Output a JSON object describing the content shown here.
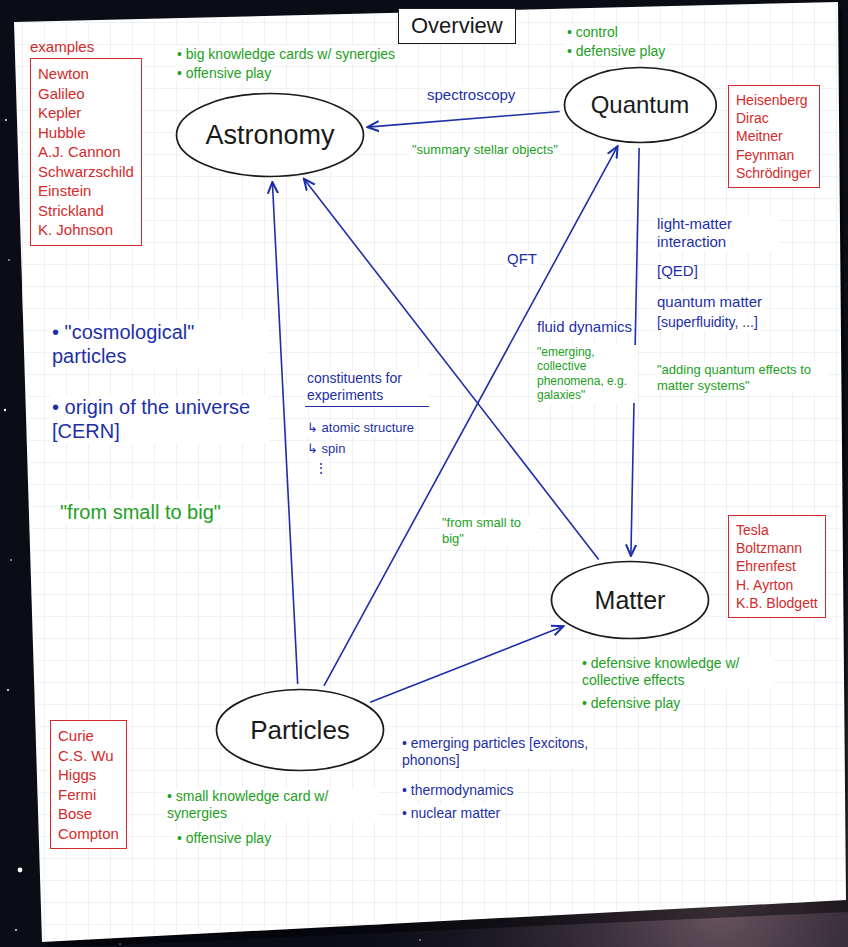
{
  "diagram": {
    "title": "Overview",
    "nodes": [
      {
        "text": [
          "examples",
          "Newton",
          "Galileo",
          "Kepler",
          "Hubble",
          "A.J. Cannon",
          "Schwarzschild",
          "Einstein",
          "Strickland",
          "K. Johnson"
        ]
      },
      {
        "text": [
          "Astronomy"
        ]
      },
      {
        "text": [
          "Quantum"
        ]
      },
      {
        "text": [
          "Heisenberg",
          "Dirac",
          "Meitner",
          "Feynman",
          "Schrödinger"
        ]
      },
      {
        "text": [
          "Matter"
        ]
      },
      {
        "text": [
          "Tesla",
          "Boltzmann",
          "Ehrenfest",
          "H. Ayrton",
          "K.B. Blodgett"
        ]
      },
      {
        "text": [
          "Curie",
          "C.S. Wu",
          "Higgs",
          "Fermi",
          "Bose",
          "Compton"
        ]
      },
      {
        "text": [
          "Particles"
        ]
      }
    ],
    "edges": [
      {
        "from": 2,
        "to": 1,
        "label": "spectroscopy",
        "arrow": "to"
      },
      {
        "from": 2,
        "to": 4,
        "label": "light-matter interaction",
        "arrow": "to"
      },
      {
        "from": 7,
        "to": 1,
        "arrow": "to"
      },
      {
        "from": 7,
        "to": 2,
        "label": "QFT",
        "arrow": "to"
      },
      {
        "from": 4,
        "to": 1,
        "label": "fluid dynamics",
        "arrow": "to"
      },
      {
        "from": 7,
        "to": 4,
        "arrow": "to"
      }
    ],
    "labels": [
      "• big knowledge cards w/ synergies",
      "• offensive play",
      "• control",
      "• defensive play",
      "\"summary stellar objects\"",
      "[QED]",
      "quantum matter",
      "[superfluidity, ...]",
      "\"adding quantum effects to matter systems\"",
      "\"emerging, collective phenomena, e.g. galaxies\"",
      "\"from small to big\"",
      "constituents for experiments",
      "↳ atomic structure",
      "↳ spin",
      "⋮",
      "• \"cosmological\" particles",
      "• origin of the universe [CERN]",
      "\"from small to big\"",
      "• emerging particles [excitons, phonons]",
      "• thermodynamics",
      "• nuclear matter",
      "• defensive knowledge w/ collective effects",
      "• defensive play",
      "• small knowledge card w/ synergies",
      "• offensive play"
    ]
  }
}
